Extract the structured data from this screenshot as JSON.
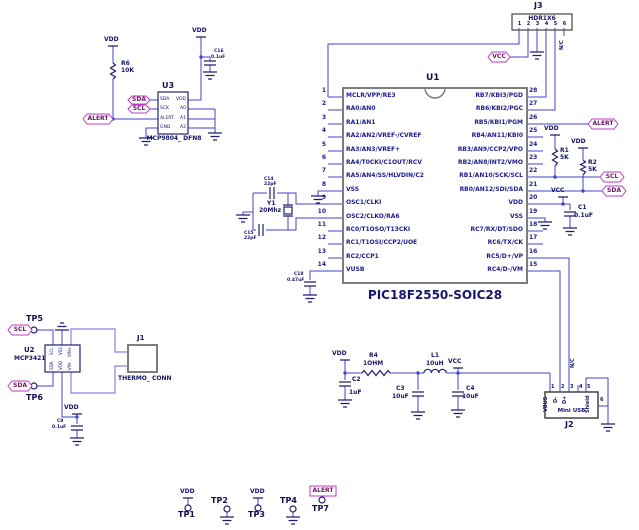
{
  "colors": {
    "wire": "#4343cb",
    "wire_alt": "#8f7fe8",
    "symbol": "#1d1d6e",
    "component_box": "#7d7d7d",
    "text": "#14146a",
    "tag_border": "#c23ac2",
    "tag_text": "#6d1760"
  },
  "u3_section": {
    "vdd_r6": "VDD",
    "r6_ref": "R6",
    "r6_val": "10K",
    "alert_tag": "ALERT",
    "sda_tag": "SDA",
    "scl_tag": "SCL",
    "ref": "U3",
    "part": "MCP9804_ DFN8",
    "pins_left": [
      "SDA",
      "SCK",
      "ALERT",
      "GND"
    ],
    "pins_right": [
      "VDD",
      "A0",
      "A1",
      "A2"
    ],
    "vdd_c16": "VDD",
    "c16_ref": "C16",
    "c16_val": "0.1uF"
  },
  "j3": {
    "ref": "J3",
    "part": "HDR1X6",
    "pin_numbers": [
      "1",
      "2",
      "3",
      "4",
      "5",
      "6"
    ],
    "vcc_tag": "VCC",
    "nc": "N/C"
  },
  "u1": {
    "ref": "U1",
    "part": "PIC18F2550-SOIC28",
    "left_pins": [
      {
        "num": "1",
        "name": "MCLR/VPP/RE3"
      },
      {
        "num": "2",
        "name": "RA0/AN0"
      },
      {
        "num": "3",
        "name": "RA1/AN1"
      },
      {
        "num": "4",
        "name": "RA2/AN2/VREF-/CVREF"
      },
      {
        "num": "5",
        "name": "RA3/AN3/VREF+"
      },
      {
        "num": "6",
        "name": "RA4/T0CKI/C1OUT/RCV"
      },
      {
        "num": "7",
        "name": "RA5/AN4/SS/HLVDIN/C2"
      },
      {
        "num": "8",
        "name": "VSS"
      },
      {
        "num": "9",
        "name": "OSC1/CLKI"
      },
      {
        "num": "10",
        "name": "OSC2/CLKO/RA6"
      },
      {
        "num": "11",
        "name": "RC0/T1OSO/T13CKI"
      },
      {
        "num": "12",
        "name": "RC1/T1OSI/CCP2/UOE"
      },
      {
        "num": "13",
        "name": "RC2/CCP1"
      },
      {
        "num": "14",
        "name": "VUSB"
      }
    ],
    "right_pins": [
      {
        "num": "28",
        "name": "RB7/KBI3/PGD"
      },
      {
        "num": "27",
        "name": "RB6/KBI2/PGC"
      },
      {
        "num": "26",
        "name": "RB5/KBI1/PGM"
      },
      {
        "num": "25",
        "name": "RB4/AN11/KBI0"
      },
      {
        "num": "24",
        "name": "RB3/AN9/CCP2/VPO"
      },
      {
        "num": "23",
        "name": "RB2/AN8/INT2/VMO"
      },
      {
        "num": "22",
        "name": "RB1/AN10/SCK/SCL"
      },
      {
        "num": "21",
        "name": "RB0/AN12/SDI/SDA"
      },
      {
        "num": "20",
        "name": "VDD"
      },
      {
        "num": "19",
        "name": "VSS"
      },
      {
        "num": "18",
        "name": "RC7/RX/DT/SDO"
      },
      {
        "num": "17",
        "name": "RC6/TX/CK"
      },
      {
        "num": "16",
        "name": "RC5/D+/VP"
      },
      {
        "num": "15",
        "name": "RC4/D-/VM"
      }
    ]
  },
  "xtal": {
    "c14_ref": "C14",
    "c14_val": "22pF",
    "ref": "Y1",
    "val": "20Mhz",
    "c15_ref": "C15",
    "c15_val": "22pF"
  },
  "c18": {
    "ref": "C18",
    "val": "0.47uF"
  },
  "i2c": {
    "alert_tag": "ALERT",
    "vdd_r1": "VDD",
    "r1_ref": "R1",
    "r1_val": "5K",
    "vdd_r2": "VDD",
    "r2_ref": "R2",
    "r2_val": "5K",
    "scl_tag": "SCL",
    "sda_tag": "SDA"
  },
  "mcu_power": {
    "vcc": "VCC",
    "c1_ref": "C1",
    "c1_val": "0.1uF"
  },
  "filter": {
    "vdd": "VDD",
    "r4_ref": "R4",
    "r4_val": "1OHM",
    "c2_ref": "C2",
    "c2_val": "1uF",
    "c3_ref": "C3",
    "c3_val": "10uF",
    "l1_ref": "L1",
    "l1_val": "10uH",
    "vcc": "VCC",
    "c4_ref": "C4",
    "c4_val": "10uF"
  },
  "j2": {
    "ref": "J2",
    "part": "Mini USB",
    "nc": "N/C",
    "pin_numbers": [
      "1",
      "2",
      "3",
      "4",
      "5"
    ],
    "pin6": "6",
    "pin_names": [
      "VBUS",
      "D-",
      "D+",
      "Shield"
    ]
  },
  "u2_section": {
    "tp5": "TP5",
    "scl_tag": "SCL",
    "ref": "U2",
    "part": "MCP3421",
    "pins_top": [
      "SCL",
      "VSS",
      "VIN+"
    ],
    "pins_bottom": [
      "SDA",
      "VDD",
      "VIN-"
    ],
    "sda_tag": "SDA",
    "tp6": "TP6",
    "vdd": "VDD",
    "c8_ref": "C8",
    "c8_val": "0.1uF"
  },
  "j1": {
    "ref": "J1",
    "part": "THERMO_ CONN"
  },
  "testpoints": {
    "tp1_net": "VDD",
    "tp1": "TP1",
    "tp2": "TP2",
    "tp3_net": "VDD",
    "tp3": "TP3",
    "tp4": "TP4",
    "tp7_net": "ALERT",
    "tp7": "TP7"
  }
}
